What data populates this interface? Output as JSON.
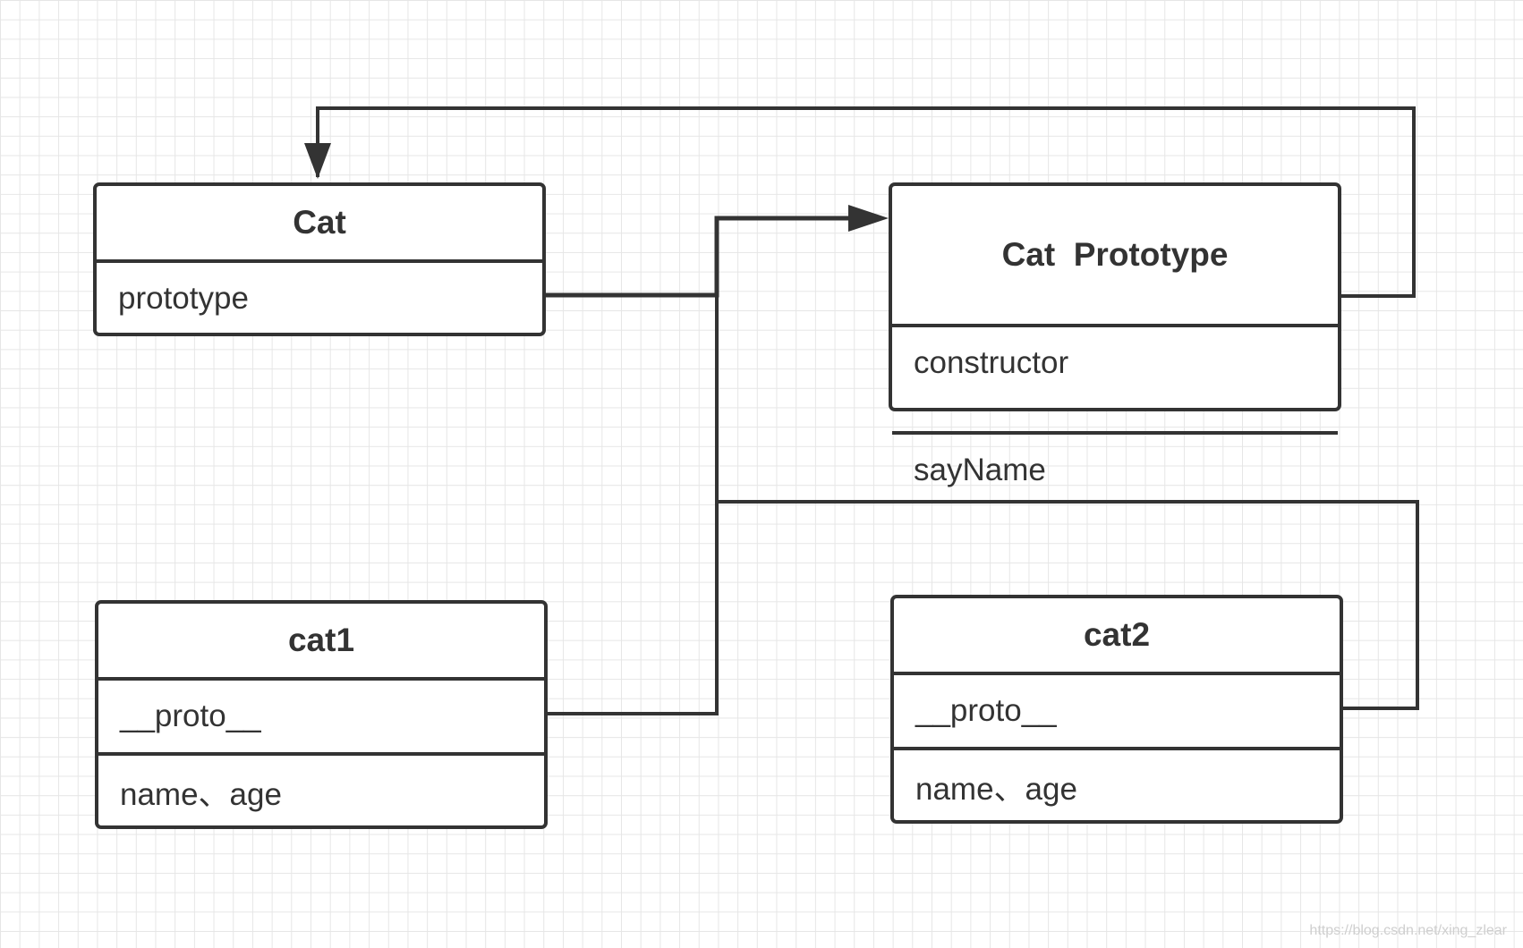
{
  "diagram": {
    "boxes": {
      "cat": {
        "title": "Cat",
        "fields": [
          "prototype"
        ]
      },
      "cat_prototype": {
        "title": "Cat  Prototype",
        "fields": [
          "constructor",
          "sayName"
        ]
      },
      "cat1": {
        "title": "cat1",
        "fields": [
          "__proto__",
          "name、age"
        ]
      },
      "cat2": {
        "title": "cat2",
        "fields": [
          "__proto__",
          "name、age"
        ]
      }
    },
    "links": [
      {
        "from": "cat.prototype",
        "to": "cat_prototype",
        "arrow": true
      },
      {
        "from": "cat_prototype.constructor",
        "to": "cat",
        "arrow": true
      },
      {
        "from": "cat1.__proto__",
        "to": "cat_prototype",
        "arrow": false
      },
      {
        "from": "cat2.__proto__",
        "to": "cat_prototype",
        "arrow": false
      }
    ],
    "line_color": "#333333",
    "grid_color": "#e6e6e6"
  },
  "watermark": "https://blog.csdn.net/xing_zlear"
}
